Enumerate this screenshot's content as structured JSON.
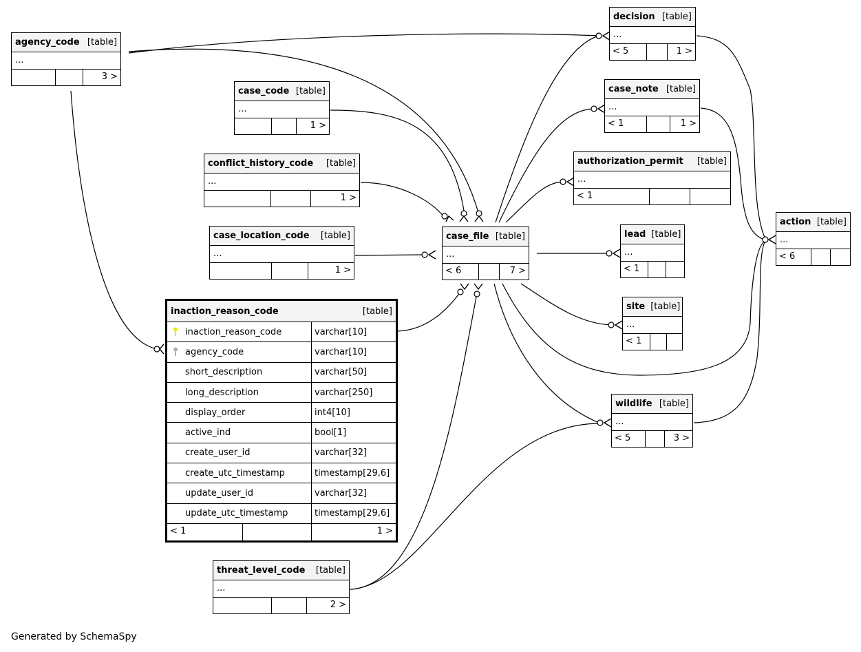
{
  "footer_text": "Generated by SchemaSpy",
  "table_tag": "[table]",
  "placeholder": "...",
  "tables": {
    "agency_code": {
      "name": "agency_code",
      "left": "",
      "mid": "",
      "right": "3 >"
    },
    "decision": {
      "name": "decision",
      "left": "< 5",
      "mid": "",
      "right": "1 >"
    },
    "case_code": {
      "name": "case_code",
      "left": "",
      "mid": "",
      "right": "1 >"
    },
    "case_note": {
      "name": "case_note",
      "left": "< 1",
      "mid": "",
      "right": "1 >"
    },
    "conflict_history_code": {
      "name": "conflict_history_code",
      "left": "",
      "mid": "",
      "right": "1 >"
    },
    "authorization_permit": {
      "name": "authorization_permit",
      "left": "< 1",
      "mid": "",
      "right": ""
    },
    "case_location_code": {
      "name": "case_location_code",
      "left": "",
      "mid": "",
      "right": "1 >"
    },
    "case_file": {
      "name": "case_file",
      "left": "< 6",
      "mid": "",
      "right": "7 >"
    },
    "lead": {
      "name": "lead",
      "left": "< 1",
      "mid": "",
      "right": ""
    },
    "action": {
      "name": "action",
      "left": "< 6",
      "mid": "",
      "right": ""
    },
    "site": {
      "name": "site",
      "left": "< 1",
      "mid": "",
      "right": ""
    },
    "wildlife": {
      "name": "wildlife",
      "left": "< 5",
      "mid": "",
      "right": "3 >"
    },
    "threat_level_code": {
      "name": "threat_level_code",
      "left": "",
      "mid": "",
      "right": "2 >"
    },
    "inaction_reason_code": {
      "name": "inaction_reason_code",
      "left": "< 1",
      "mid": "",
      "right": "1 >",
      "columns": [
        {
          "name": "inaction_reason_code",
          "type": "varchar[10]",
          "key": "primary"
        },
        {
          "name": "agency_code",
          "type": "varchar[10]",
          "key": "foreign"
        },
        {
          "name": "short_description",
          "type": "varchar[50]",
          "key": ""
        },
        {
          "name": "long_description",
          "type": "varchar[250]",
          "key": ""
        },
        {
          "name": "display_order",
          "type": "int4[10]",
          "key": ""
        },
        {
          "name": "active_ind",
          "type": "bool[1]",
          "key": ""
        },
        {
          "name": "create_user_id",
          "type": "varchar[32]",
          "key": ""
        },
        {
          "name": "create_utc_timestamp",
          "type": "timestamp[29,6]",
          "key": ""
        },
        {
          "name": "update_user_id",
          "type": "varchar[32]",
          "key": ""
        },
        {
          "name": "update_utc_timestamp",
          "type": "timestamp[29,6]",
          "key": ""
        }
      ]
    }
  },
  "colors": {
    "primary_key": "#e8e800",
    "foreign_key": "#b0b0b0",
    "header_bg": "#f4f4f4"
  }
}
